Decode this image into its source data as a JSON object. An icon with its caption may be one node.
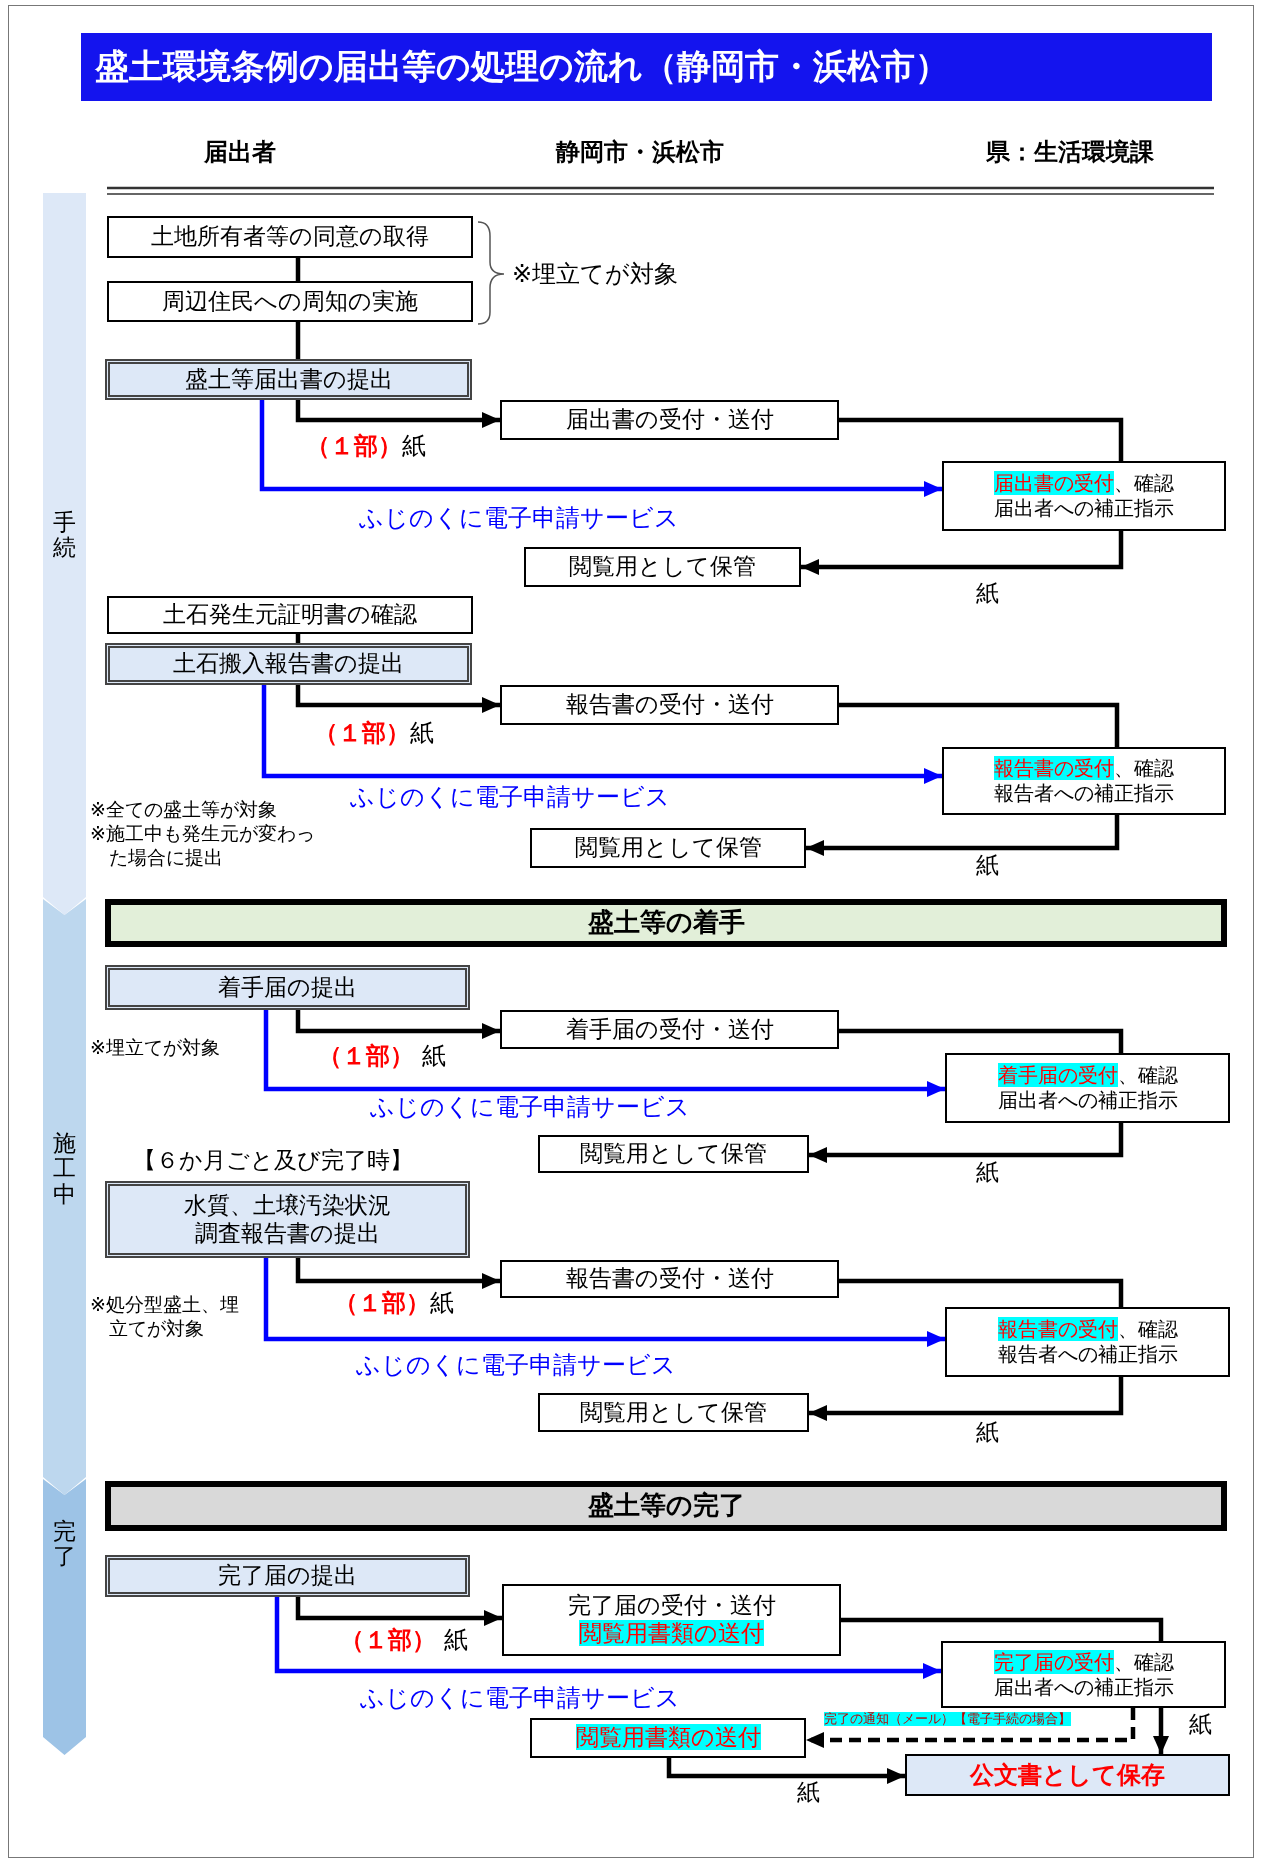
{
  "diagram": {
    "title": "盛土環境条例の届出等の処理の流れ（静岡市・浜松市）",
    "nodes": [
      {
        "text": [
          "手続"
        ]
      },
      {
        "text": [
          "土地所有者等の同意の取得"
        ]
      },
      {
        "text": [
          "周辺住民への周知の実施"
        ]
      },
      {
        "text": [
          "盛土等届出書の提出"
        ]
      },
      {
        "text": [
          "届出書の受付・送付"
        ]
      },
      {
        "text": [
          "**届出書の受付**、確認",
          "届出者への補正指示"
        ]
      },
      {
        "text": [
          "閲覧用として保管"
        ]
      },
      {
        "text": [
          "土石発生元証明書の確認"
        ]
      },
      {
        "text": [
          "土石搬入報告書の提出"
        ]
      },
      {
        "text": [
          "報告書の受付・送付"
        ]
      },
      {
        "text": [
          "**報告書の受付**、確認",
          "報告者への補正指示"
        ]
      },
      {
        "text": [
          "閲覧用として保管"
        ]
      },
      {
        "text": [
          "施工中"
        ]
      },
      {
        "text": [
          "盛土等の着手"
        ]
      },
      {
        "text": [
          "着手届の提出"
        ]
      },
      {
        "text": [
          "着手届の受付・送付"
        ]
      },
      {
        "text": [
          "**着手届の受付**、確認",
          "届出者への補正指示"
        ]
      },
      {
        "text": [
          "閲覧用として保管"
        ]
      },
      {
        "text": [
          "水質、土壌汚染状況調査報告書の提出"
        ],
        "beside": [
          "【６か月ごと及び完了時】"
        ]
      },
      {
        "text": [
          "報告書の受付・送付"
        ]
      },
      {
        "text": [
          "**報告書の受付**、確認",
          "報告者への補正指示"
        ]
      },
      {
        "text": [
          "閲覧用として保管"
        ]
      },
      {
        "text": [
          "完了"
        ]
      },
      {
        "text": [
          "盛土等の完了"
        ]
      },
      {
        "text": [
          "完了届の提出"
        ]
      },
      {
        "text": [
          "完了届の受付・送付",
          "閲覧用書類の送付"
        ]
      },
      {
        "text": [
          "**完了届の受付**、確認",
          "届出者への補正指示"
        ]
      },
      {
        "text": [
          "閲覧用書類の送付"
        ]
      },
      {
        "text": [
          "公文書として保存"
        ]
      }
    ],
    "edges": [
      {
        "from": 1,
        "to": 2,
        "arrow": "none"
      },
      {
        "from": 2,
        "to": 3,
        "arrow": "none"
      },
      {
        "from": 3,
        "to": 4,
        "arrow": "to",
        "label": "**（１部）**紙"
      },
      {
        "from": 3,
        "to": 5,
        "arrow": "to",
        "label": "ふじのくに電子申請サービス",
        "color": "#0000ff"
      },
      {
        "from": 4,
        "to": 5,
        "arrow": "none"
      },
      {
        "from": 5,
        "to": 6,
        "arrow": "to",
        "label": "紙"
      },
      {
        "from": 7,
        "to": 8,
        "arrow": "none"
      },
      {
        "from": 8,
        "to": 9,
        "arrow": "to",
        "label": "**（１部）**紙"
      },
      {
        "from": 8,
        "to": 10,
        "arrow": "to",
        "label": "ふじのくに電子申請サービス",
        "color": "#0000ff"
      },
      {
        "from": 9,
        "to": 10,
        "arrow": "none"
      },
      {
        "from": 10,
        "to": 11,
        "arrow": "to",
        "label": "紙"
      },
      {
        "from": 14,
        "to": 15,
        "arrow": "to",
        "label": "**（１部）** 紙"
      },
      {
        "from": 14,
        "to": 16,
        "arrow": "to",
        "label": "ふじのくに電子申請サービス",
        "color": "#0000ff"
      },
      {
        "from": 15,
        "to": 16,
        "arrow": "none"
      },
      {
        "from": 16,
        "to": 17,
        "arrow": "to",
        "label": "紙"
      },
      {
        "from": 18,
        "to": 19,
        "arrow": "to",
        "label": "**（１部）**紙"
      },
      {
        "from": 18,
        "to": 20,
        "arrow": "to",
        "label": "ふじのくに電子申請サービス",
        "color": "#0000ff"
      },
      {
        "from": 19,
        "to": 20,
        "arrow": "none"
      },
      {
        "from": 20,
        "to": 21,
        "arrow": "to",
        "label": "紙"
      },
      {
        "from": 24,
        "to": 25,
        "arrow": "to",
        "label": "**（１部）** 紙"
      },
      {
        "from": 24,
        "to": 26,
        "arrow": "to",
        "label": "ふじのくに電子申請サービス",
        "color": "#0000ff"
      },
      {
        "from": 25,
        "to": 26,
        "arrow": "none"
      },
      {
        "from": 26,
        "to": 28,
        "arrow": "to",
        "label": "紙"
      },
      {
        "from": 26,
        "to": 27,
        "arrow": "to",
        "label": "完了の通知（メール）【電子手続の場合】",
        "style": "dashed"
      },
      {
        "from": 27,
        "to": 28,
        "arrow": "to",
        "label": "紙"
      }
    ],
    "labels": [
      "届出者",
      "静岡市・浜松市",
      "県：生活環境課",
      "※埋立てが対象",
      "※全ての盛土等が対象",
      "※施工中も発生元が変わった場合に提出",
      "※埋立てが対象",
      "※処分型盛土、埋立てが対象"
    ]
  }
}
